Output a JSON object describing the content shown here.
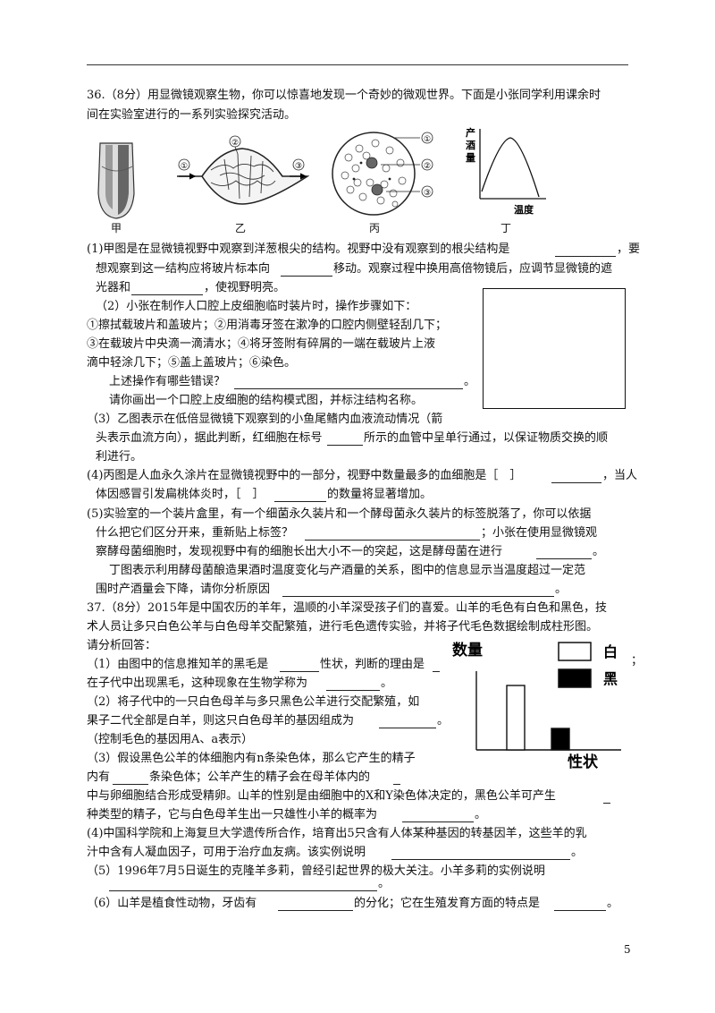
{
  "page_number": "5",
  "q36": {
    "l1": "36.（8分）用显微镜观察生物，你可以惊喜地发现一个奇妙的微观世界。下面是小张同学利用课余时",
    "l2": "间在实验室进行的一系列实验探究活动。",
    "figures": {
      "jia": "甲",
      "yi": "乙",
      "bing": "丙",
      "ding": "丁",
      "yi_labels": [
        "①",
        "②",
        "③"
      ],
      "bing_labels": [
        "①",
        "②",
        "③"
      ],
      "ding_ylabel": [
        "产",
        "酒",
        "量"
      ],
      "ding_xlabel": "温度"
    },
    "p1_l1": "(1)甲图是在显微镜视野中观察到洋葱根尖的结构。视野中没有观察到的根尖结构是",
    "p1_l1b": "，要",
    "p1_l2a": "想观察到这一结构应将玻片标本向",
    "p1_l2b": "移动。观察过程中换用高倍物镜后，应调节显微镜的遮",
    "p1_l3a": "光器和",
    "p1_l3b": "，使视野明亮。",
    "p2_l1": "（2）小张在制作人口腔上皮细胞临时装片时，操作步骤如下：",
    "p2_l2": "①擦拭载玻片和盖玻片；②用消毒牙签在漱净的口腔内侧壁轻刮几下；",
    "p2_l3": "③在载玻片中央滴一滴清水；④将牙签附有碎屑的一端在载玻片上液",
    "p2_l4": "滴中轻涂几下；⑤盖上盖玻片；⑥染色。",
    "p2_l5": "上述操作有哪些错误？",
    "p2_l5b": "。",
    "p2_l6": "请你画出一个口腔上皮细胞的结构模式图，并标注结构名称。",
    "p3_l1": "（3）乙图表示在低倍显微镜下观察到的小鱼尾鳍内血液流动情况（箭",
    "p3_l2a": "头表示血流方向），据此判断，红细胞在标号",
    "p3_l2b": "所示的血管中呈单行通过，以保证物质交换的顺",
    "p3_l3": "利进行。",
    "p4_l1a": "(4)丙图是人血永久涂片在显微镜视野中的一部分，视野中数量最多的血细胞是［　］",
    "p4_l1b": "，当人",
    "p4_l2a": "体因感冒引发扁桃体炎时，［　］",
    "p4_l2b": "的数量将显著增加。",
    "p5_l1": "(5)实验室的一个装片盒里，有一个细菌永久装片和一个酵母菌永久装片的标签脱落了，你可以依据",
    "p5_l2a": "什么把它们区分开来，重新贴上标签？",
    "p5_l2b": "；小张在使用显微镜观",
    "p5_l3a": "察酵母菌细胞时，发现视野中有的细胞长出大小不一的突起，这是酵母菌在进行",
    "p5_l3b": "。",
    "p6_l1": "丁图表示利用酵母菌酿造果酒时温度变化与产酒量的关系，图中的信息显示当温度超过一定范",
    "p6_l2a": "围时产酒量会下降，请你分析原因",
    "p6_l2b": "。"
  },
  "q37": {
    "l1": "37.（8分）2015年是中国农历的羊年，温顺的小羊深受孩子们的喜爱。山羊的毛色有白色和黑色，技",
    "l2": "术人员让多只白色公羊与白色母羊交配繁殖，进行毛色遗传实验，并将子代毛色数据绘制成柱形图。",
    "l3": "请分析回答：",
    "s1_l1a": "（1）由图中的信息推知羊的黑毛是",
    "s1_l1b": "性状，判断的理由是",
    "s1_l2a": "在子代中出现黑毛，这种现象在生物学称为",
    "s1_l2b": "。",
    "s2_l1": "（2）将子代中的一只白色母羊与多只黑色公羊进行交配繁殖，如",
    "s2_l2a": "果子二代全部是白羊，则这只白色母羊的基因组成为",
    "s2_l2b": "。",
    "s2_l3": "（控制毛色的基因用A、a表示）",
    "s3_l1": "（3）假设黑色公羊的体细胞内有n条染色体，那么它产生的精子",
    "s3_l2a": "内有",
    "s3_l2b": "条染色体；公羊产生的精子会在母羊体内的",
    "s3_l3": "中与卵细胞结合形成受精卵。山羊的性别是由细胞中的X和Y染色体决定的，黑色公羊可产生",
    "s3_l4a": "种类型的精子，它与白色母羊生出一只雄性小羊的概率为",
    "s3_l4b": "。",
    "s4_l1": "(4)中国科学院和上海复旦大学遗传所合作，培育出5只含有人体某种基因的转基因羊，这些羊的乳",
    "s4_l2a": "汁中含有人凝血因子，可用于治疗血友病。该实例说明",
    "s4_l2b": "。",
    "s5_l1": "（5）1996年7月5日诞生的克隆羊多莉，曾经引起世界的极大关注。小羊多莉的实例说明",
    "s5_l2b": "。",
    "s6_l1a": "（6）山羊是植食性动物，牙齿有",
    "s6_l1b": "的分化；它在生殖发育方面的特点是",
    "s6_l1c": "。",
    "semicolon": "；"
  },
  "chart_data": {
    "type": "bar",
    "ylabel": "数量",
    "xlabel": "性状",
    "legend": [
      {
        "name": "白",
        "color": "#ffffff"
      },
      {
        "name": "黑",
        "color": "#000000"
      }
    ],
    "categories": [
      "白",
      "黑"
    ],
    "values": [
      3,
      1
    ],
    "ylim": [
      0,
      4
    ],
    "legend_position": "top-right"
  }
}
